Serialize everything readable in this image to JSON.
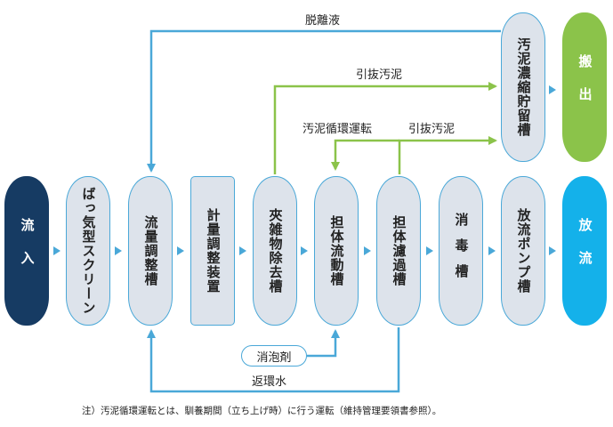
{
  "colors": {
    "node_fill": "#dde3eb",
    "node_border": "#4aa8d8",
    "inflow": "#163b63",
    "outflow": "#14b1ea",
    "sludge": "#8bc34a",
    "blue_line": "#4aa8d8"
  },
  "nodes": {
    "inflow": "流入",
    "screen": "ばっ気型スクリーン",
    "flow_adjust": "流量調整槽",
    "metering": "計量調整装置",
    "foreign_removal": "夾雑物除去槽",
    "fluid_tank": "担体流動槽",
    "filter_tank": "担体濾過槽",
    "disinfection": "消毒槽",
    "pump_tank": "放流ポンプ槽",
    "discharge": "放流",
    "sludge_tank": "汚泥濃縮貯留槽",
    "carry_out": "搬出"
  },
  "labels": {
    "dewatered": "脱離液",
    "sludge_pull_1": "引抜汚泥",
    "circulation": "汚泥循環運転",
    "sludge_pull_2": "引抜汚泥",
    "antifoam": "消泡剤",
    "return_water": "返環水"
  },
  "footnote": "注）汚泥循環運転とは、馴養期間（立ち上げ時）に行う運転（維持管理要領書参照）。"
}
